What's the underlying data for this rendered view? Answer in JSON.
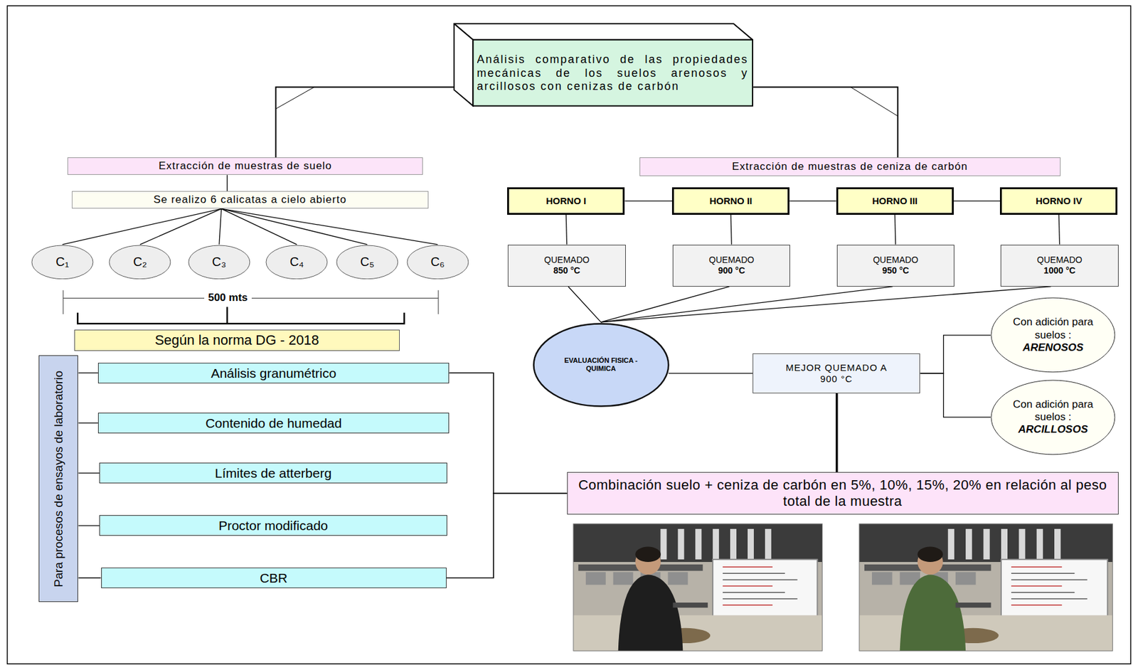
{
  "diagram": {
    "nodes": [
      {
        "text": [
          "Análisis comparativo de las propiedades mecánicas de los suelos arenosos y arcillosos con cenizas de carbón"
        ]
      },
      {
        "text": [
          "Extracción de muestras de suelo"
        ]
      },
      {
        "text": [
          "Extracción de muestras de ceniza de carbón"
        ]
      },
      {
        "text": [
          "Se realizo 6 calicatas a cielo abierto"
        ]
      },
      {
        "text": [
          "HORNO I"
        ]
      },
      {
        "text": [
          "HORNO II"
        ]
      },
      {
        "text": [
          "HORNO III"
        ]
      },
      {
        "text": [
          "HORNO IV"
        ]
      },
      {
        "text": [
          "C₁"
        ]
      },
      {
        "text": [
          "C₂"
        ]
      },
      {
        "text": [
          "C₃"
        ]
      },
      {
        "text": [
          "C₄"
        ]
      },
      {
        "text": [
          "C₅"
        ]
      },
      {
        "text": [
          "C₆"
        ]
      },
      {
        "text": [
          "QUEMADO",
          "850 °C"
        ]
      },
      {
        "text": [
          "QUEMADO",
          "900 °C"
        ]
      },
      {
        "text": [
          "QUEMADO",
          "950 °C"
        ]
      },
      {
        "text": [
          "QUEMADO",
          "1000 °C"
        ]
      },
      {
        "text": [
          "Según la norma DG - 2018"
        ]
      },
      {
        "text": [
          "Con adición para suelos :",
          "ARENOSOS"
        ]
      },
      {
        "text": [
          "Para procesos de ensayos de laboratorio"
        ]
      },
      {
        "text": [
          "Análisis granumétrico"
        ]
      },
      {
        "text": [
          "EVALUACIÓN FISICA - QUIMICA"
        ]
      },
      {
        "text": [
          "MEJOR QUEMADO A",
          "900 °C"
        ]
      },
      {
        "text": [
          "Contenido de humedad"
        ]
      },
      {
        "text": [
          "Con adición para suelos :",
          "ARCILLOSOS"
        ]
      },
      {
        "text": [
          "Límites de atterberg"
        ]
      },
      {
        "text": [
          "Combinación suelo + ceniza de carbón en 5%, 10%, 15%, 20% en relación al peso total de la muestra"
        ]
      },
      {
        "text": [
          "Proctor modificado"
        ]
      },
      {
        "text": [
          "CBR"
        ]
      }
    ],
    "edges": [
      {
        "from": 0,
        "to": 1,
        "arrow": "none"
      },
      {
        "from": 0,
        "to": 2,
        "arrow": "none"
      },
      {
        "from": 1,
        "to": 3,
        "arrow": "none"
      },
      {
        "from": 3,
        "to": 8,
        "arrow": "none"
      },
      {
        "from": 3,
        "to": 9,
        "arrow": "none"
      },
      {
        "from": 3,
        "to": 10,
        "arrow": "none"
      },
      {
        "from": 3,
        "to": 11,
        "arrow": "none"
      },
      {
        "from": 3,
        "to": 12,
        "arrow": "none"
      },
      {
        "from": 3,
        "to": 13,
        "arrow": "none"
      },
      {
        "from": 4,
        "to": 5,
        "arrow": "none"
      },
      {
        "from": 5,
        "to": 6,
        "arrow": "none"
      },
      {
        "from": 6,
        "to": 7,
        "arrow": "none"
      },
      {
        "from": 4,
        "to": 14,
        "arrow": "none"
      },
      {
        "from": 5,
        "to": 15,
        "arrow": "none"
      },
      {
        "from": 6,
        "to": 16,
        "arrow": "none"
      },
      {
        "from": 7,
        "to": 17,
        "arrow": "none"
      },
      {
        "from": 14,
        "to": 22,
        "arrow": "none"
      },
      {
        "from": 15,
        "to": 22,
        "arrow": "none"
      },
      {
        "from": 16,
        "to": 22,
        "arrow": "none"
      },
      {
        "from": 17,
        "to": 22,
        "arrow": "none"
      },
      {
        "from": 22,
        "to": 23,
        "arrow": "none"
      },
      {
        "from": 23,
        "to": 19,
        "arrow": "none"
      },
      {
        "from": 23,
        "to": 25,
        "arrow": "none"
      },
      {
        "from": 23,
        "to": 27,
        "arrow": "none"
      },
      {
        "from": 20,
        "to": 21,
        "arrow": "none"
      },
      {
        "from": 20,
        "to": 24,
        "arrow": "none"
      },
      {
        "from": 20,
        "to": 26,
        "arrow": "none"
      },
      {
        "from": 20,
        "to": 28,
        "arrow": "none"
      },
      {
        "from": 20,
        "to": 29,
        "arrow": "none"
      },
      {
        "from": 21,
        "to": 27,
        "arrow": "none"
      },
      {
        "from": 29,
        "to": 27,
        "arrow": "none"
      }
    ],
    "labels": [
      "500 mts"
    ]
  }
}
